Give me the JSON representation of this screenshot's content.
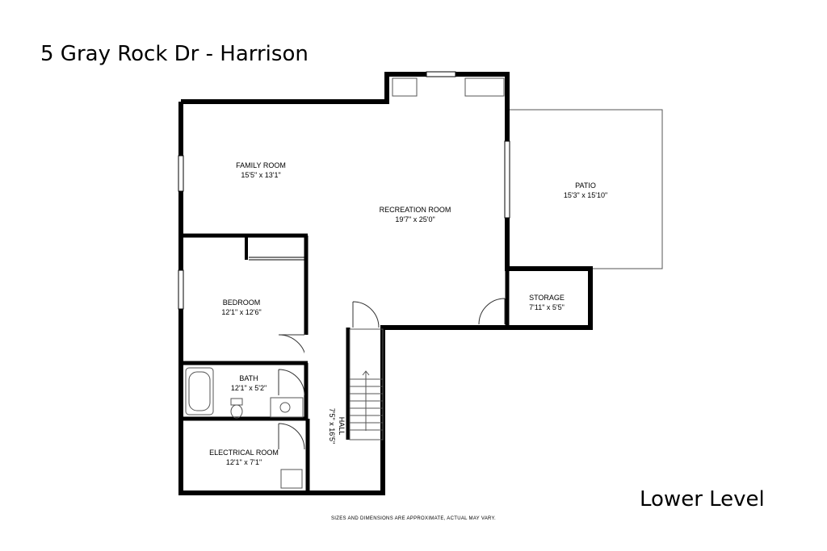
{
  "header": {
    "address": "5 Gray Rock Dr - Harrison"
  },
  "footer": {
    "level": "Lower Level",
    "disclaimer": "SIZES AND DIMENSIONS ARE APPROXIMATE, ACTUAL MAY VARY."
  },
  "rooms": {
    "family_room": {
      "name": "FAMILY ROOM",
      "dims": "15'5\" x 13'1\""
    },
    "recreation_room": {
      "name": "RECREATION ROOM",
      "dims": "19'7\" x 25'0\""
    },
    "patio": {
      "name": "PATIO",
      "dims": "15'3\" x 15'10\""
    },
    "storage": {
      "name": "STORAGE",
      "dims": "7'11\" x 5'5\""
    },
    "bedroom": {
      "name": "BEDROOM",
      "dims": "12'1\" x 12'6\""
    },
    "bath": {
      "name": "BATH",
      "dims": "12'1\" x 5'2\""
    },
    "hall": {
      "name": "HALL",
      "dims": "7'5\" x 16'5\""
    },
    "electrical_room": {
      "name": "ELECTRICAL ROOM",
      "dims": "12'1\" x 7'1\""
    }
  }
}
